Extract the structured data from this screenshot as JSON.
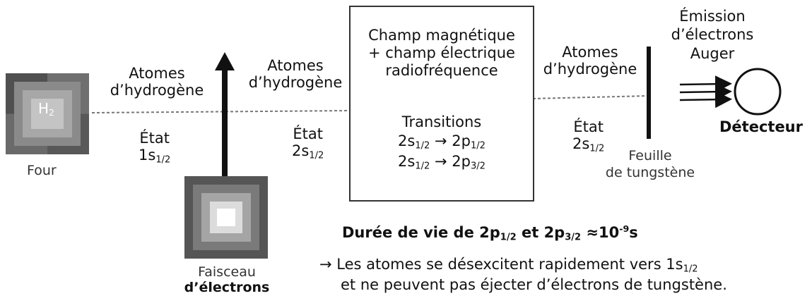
{
  "oven": {
    "symbol": "H",
    "symbol_sub": "2",
    "label": "Four"
  },
  "segment1": {
    "atoms": [
      "Atomes",
      "d’hydrogène"
    ],
    "state": "État",
    "level": "1s",
    "level_sub": "1/2"
  },
  "segment2": {
    "atoms": [
      "Atomes",
      "d’hydrogène"
    ],
    "state": "État",
    "level": "2s",
    "level_sub": "1/2"
  },
  "segment3": {
    "atoms": [
      "Atomes",
      "d’hydrogène"
    ],
    "state": "État",
    "level": "2s",
    "level_sub": "1/2"
  },
  "electron_beam": {
    "label": [
      "Faisceau",
      "d’électrons"
    ]
  },
  "field_box": {
    "title": [
      "Champ magnétique",
      "+ champ électrique",
      "radiofréquence"
    ],
    "transitions_title": "Transitions",
    "transition1": {
      "from": "2s",
      "from_sub": "1/2",
      "arrow": "→",
      "to": "2p",
      "to_sub": "1/2"
    },
    "transition2": {
      "from": "2s",
      "from_sub": "1/2",
      "arrow": "→",
      "to": "2p",
      "to_sub": "3/2"
    }
  },
  "foil": {
    "label": [
      "Feuille",
      "de tungstène"
    ]
  },
  "auger": {
    "label": [
      "Émission",
      "d’électrons",
      "Auger"
    ]
  },
  "detector": {
    "label": "Détecteur"
  },
  "lifetime": {
    "prefix": "Durée de vie de 2p",
    "sub1": "1/2",
    "middle": " et 2p",
    "sub2": "3/2",
    "suffix": " ≈10",
    "exponent": "-9",
    "unit": "s"
  },
  "note": {
    "arrow": "→",
    "line1_text": "Les atomes se désexcitent rapidement vers 1s",
    "line1_sub": "1/2",
    "line2": "et ne peuvent pas éjecter d’électrons de tungstène."
  },
  "colors": {
    "ink": "#111111",
    "dashed_line": "#777777",
    "oven_dark": "#505050",
    "gun_light": "#ffffff"
  }
}
